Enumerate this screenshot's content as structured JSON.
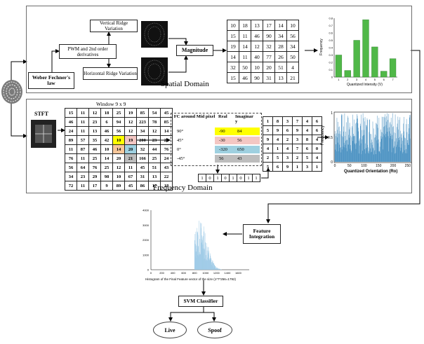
{
  "spatial": {
    "caption": "Spatial Domain",
    "weber": "Weber Fechner's law",
    "pwm": "PWM and 2nd order derivatives",
    "vertical": "Vertical Ridge Variation",
    "horizontal": "Horizontal Ridge Variation",
    "magnitude": "Magnitude",
    "matrix": [
      [
        "10",
        "18",
        "13",
        "17",
        "14",
        "10"
      ],
      [
        "15",
        "11",
        "46",
        "90",
        "34",
        "56"
      ],
      [
        "19",
        "14",
        "12",
        "32",
        "28",
        "34"
      ],
      [
        "14",
        "11",
        "40",
        "77",
        "26",
        "50"
      ],
      [
        "32",
        "50",
        "10",
        "20",
        "51",
        "4"
      ],
      [
        "15",
        "46",
        "90",
        "31",
        "13",
        "21"
      ]
    ],
    "hist": {
      "ylabel": "Frequency",
      "xlabel": "Quantized Intensity (V)",
      "values": [
        0.3,
        0.09,
        0.5,
        0.78,
        0.41,
        0.08,
        0.25
      ],
      "yticks": [
        "0",
        "0.1",
        "0.2",
        "0.3",
        "0.4",
        "0.5",
        "0.6",
        "0.7",
        "0.8"
      ],
      "xticks": [
        "1",
        "2",
        "3",
        "4",
        "5",
        "6",
        "7"
      ]
    }
  },
  "frequency": {
    "caption": "Frequency Domain",
    "stft": "STFT",
    "window_label": "Window 9 x 9",
    "window": [
      [
        "15",
        "11",
        "12",
        "18",
        "25",
        "19",
        "85",
        "54",
        "45"
      ],
      [
        "46",
        "11",
        "23",
        "6",
        "94",
        "12",
        "223",
        "78",
        "85"
      ],
      [
        "24",
        "11",
        "13",
        "46",
        "56",
        "12",
        "34",
        "12",
        "14"
      ],
      [
        "89",
        "57",
        "35",
        "42",
        "10",
        "19",
        "200",
        "23",
        "26"
      ],
      [
        "11",
        "87",
        "46",
        "10",
        "14",
        "20",
        "32",
        "44",
        "76"
      ],
      [
        "76",
        "11",
        "25",
        "14",
        "20",
        "21",
        "166",
        "25",
        "24"
      ],
      [
        "56",
        "64",
        "76",
        "25",
        "12",
        "11",
        "45",
        "51",
        "43"
      ],
      [
        "34",
        "23",
        "29",
        "98",
        "10",
        "67",
        "31",
        "13",
        "22"
      ],
      [
        "72",
        "11",
        "17",
        "9",
        "89",
        "45",
        "86",
        "17",
        "18"
      ]
    ],
    "fc": {
      "header_fc": "FC around Mid pixel",
      "header_real": "Real",
      "header_imag": "Imaginary",
      "rows": [
        {
          "angle": "90°",
          "real": "-90",
          "imag": "84",
          "color": "#ffff00"
        },
        {
          "angle": "45°",
          "real": "-30",
          "imag": "56",
          "color": "#f4c7c3"
        },
        {
          "angle": "0°",
          "real": "-320",
          "imag": "650",
          "color": "#9fd0e0"
        },
        {
          "angle": "-45°",
          "real": "56",
          "imag": "43",
          "color": "#bdbdbd"
        }
      ]
    },
    "bits": [
      "1",
      "0",
      "1",
      "0",
      "1",
      "0",
      "1",
      "1"
    ],
    "small": [
      [
        "1",
        "8",
        "3",
        "7",
        "4",
        "6"
      ],
      [
        "5",
        "9",
        "6",
        "9",
        "4",
        "6"
      ],
      [
        "9",
        "4",
        "2",
        "3",
        "8",
        "4"
      ],
      [
        "4",
        "1",
        "4",
        "7",
        "6",
        "0"
      ],
      [
        "2",
        "5",
        "3",
        "2",
        "5",
        "4"
      ],
      [
        "5",
        "6",
        "9",
        "1",
        "3",
        "1"
      ]
    ],
    "hist": {
      "ylabel": "Frequency",
      "xlabel": "Quantized Orientation (Ro)",
      "xticks": [
        "0",
        "50",
        "100",
        "150",
        "200",
        "250"
      ],
      "yticks": [
        "0",
        "0.5",
        "1"
      ]
    }
  },
  "final": {
    "caption": "Histogram of the Final Feature vector of the size (1*7*256=1792)",
    "yticks": [
      "0",
      "1000",
      "2000",
      "3000",
      "4000"
    ],
    "xticks": [
      "0",
      "200",
      "400",
      "600",
      "800",
      "1000",
      "1200",
      "1400",
      "1600"
    ],
    "feature_integration": "Feature Integration",
    "svm": "SVM Classifier",
    "live": "Live",
    "spoof": "Spoof"
  },
  "colors": {
    "bar": "#50b848",
    "orient": "#1f77b4",
    "live": "#c9ef9c",
    "spoof": "#f7a6a6"
  }
}
